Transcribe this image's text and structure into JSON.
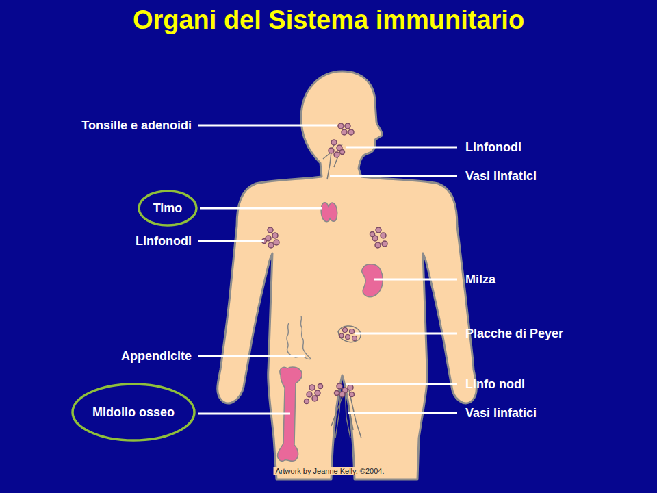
{
  "diagram": {
    "title": "Organi del Sistema immunitario",
    "caption": "Artwork by Jeanne Kelly. ©2004.",
    "nodes": [
      {
        "text": [
          "Timo"
        ]
      },
      {
        "text": [
          "Midollo osseo"
        ]
      }
    ],
    "labels": [
      "Tonsille e adenoidi",
      "Linfonodi",
      "Vasi linfatici",
      "Linfonodi",
      "Milza",
      "Placche di Peyer",
      "Appendicite",
      "Linfo nodi",
      "Vasi linfatici"
    ]
  }
}
